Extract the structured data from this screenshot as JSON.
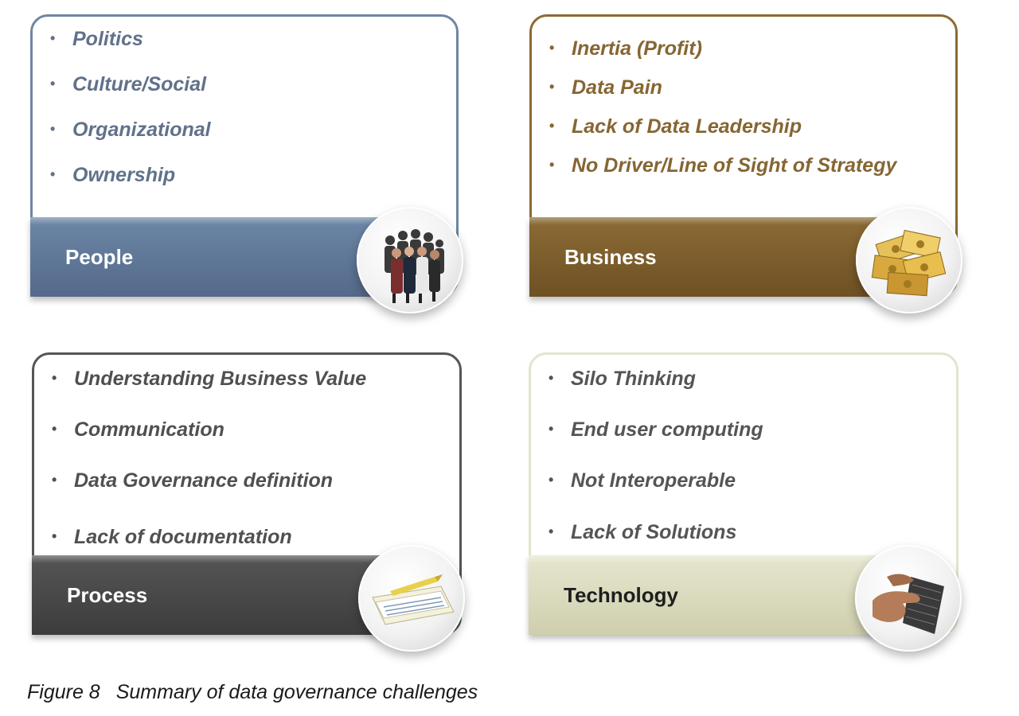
{
  "quadrants": [
    {
      "label": "People",
      "items": [
        "Politics",
        "Culture/Social",
        "Organizational",
        "Ownership"
      ],
      "image_icon": "crowd-of-people-icon",
      "colors": {
        "border": "#6f86a3",
        "text": "#61718a",
        "band_top": "#6c87a6",
        "band_bottom": "#55698a",
        "band_text": "#ffffff"
      }
    },
    {
      "label": "Business",
      "items": [
        "Inertia (Profit)",
        "Data Pain",
        "Lack of Data Leadership",
        "No Driver/Line of Sight of Strategy"
      ],
      "image_icon": "money-pile-icon",
      "colors": {
        "border": "#8c6a34",
        "text": "#856633",
        "band_top": "#8c6b35",
        "band_bottom": "#6e5124",
        "band_text": "#ffffff"
      }
    },
    {
      "label": "Process",
      "items": [
        "Understanding Business Value",
        "Communication",
        "Data Governance definition",
        "Lack of documentation"
      ],
      "image_icon": "documents-and-pen-icon",
      "colors": {
        "border": "#555555",
        "text": "#505050",
        "band_top": "#555555",
        "band_bottom": "#3c3c3c",
        "band_text": "#ffffff"
      }
    },
    {
      "label": "Technology",
      "items": [
        "Silo Thinking",
        "End user computing",
        "Not Interoperable",
        "Lack of Solutions"
      ],
      "image_icon": "hand-on-keyboard-icon",
      "colors": {
        "border": "#e4e4cc",
        "text": "#555555",
        "band_top": "#e6e6cf",
        "band_bottom": "#cfcfae",
        "band_text": "#1e1e1e"
      }
    }
  ],
  "caption": {
    "number": "Figure 8",
    "text": "Summary of data governance challenges"
  }
}
